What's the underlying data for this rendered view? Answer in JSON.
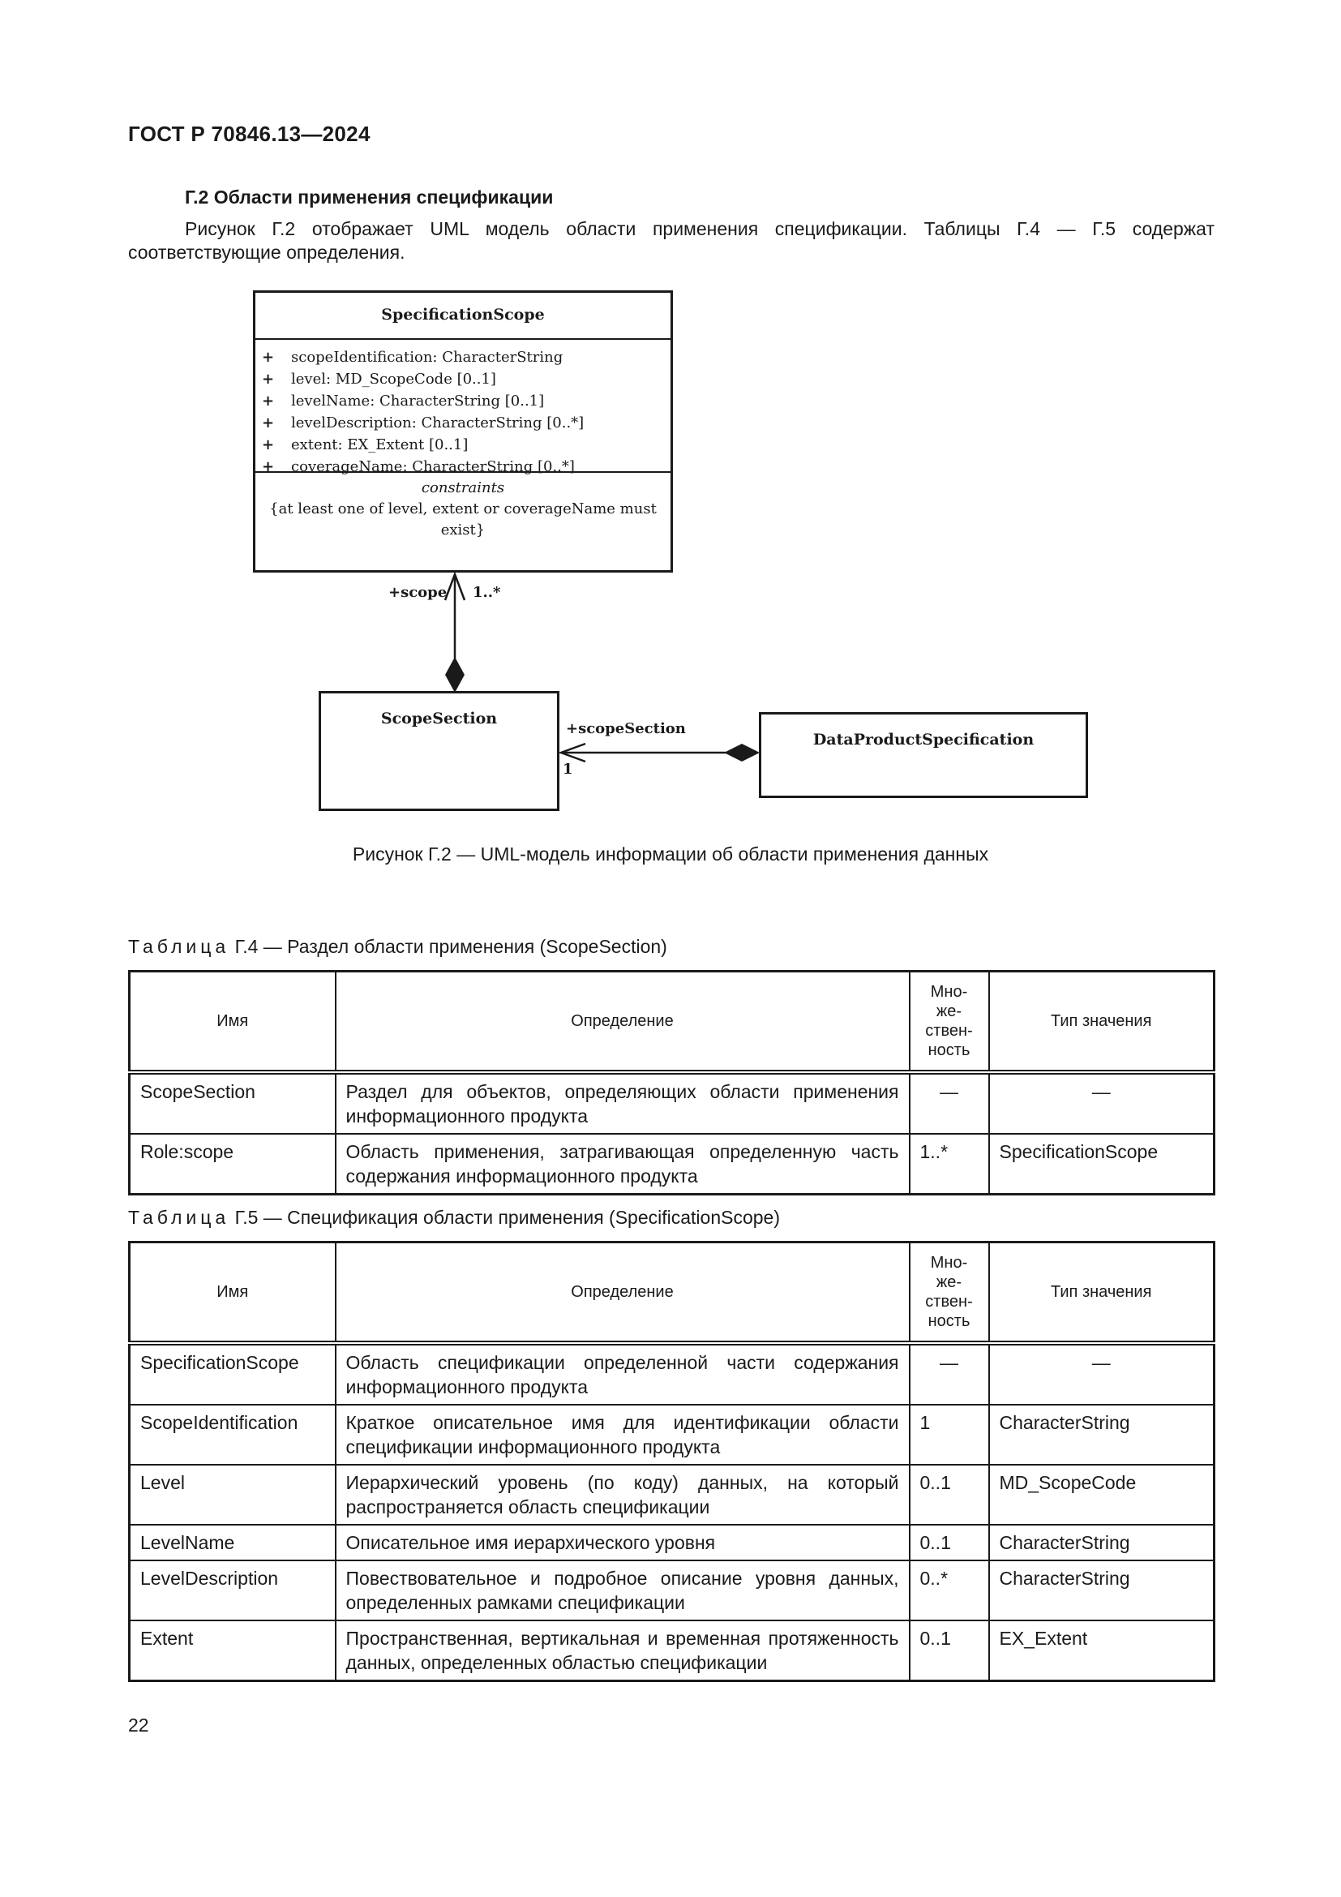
{
  "header": {
    "standard": "ГОСТ Р 70846.13—2024"
  },
  "section": {
    "title": "Г.2 Области применения спецификации",
    "paragraph": "Рисунок Г.2 отображает UML модель области применения спецификации. Таблицы Г.4 — Г.5 содержат соответствующие определения."
  },
  "diagram": {
    "spec_scope": {
      "name": "SpecificationScope",
      "attributes": [
        {
          "vis": "+",
          "text": "scopeIdentification: CharacterString"
        },
        {
          "vis": "+",
          "text": "level: MD_ScopeCode [0..1]"
        },
        {
          "vis": "+",
          "text": "levelName: CharacterString [0..1]"
        },
        {
          "vis": "+",
          "text": "levelDescription: CharacterString [0..*]"
        },
        {
          "vis": "+",
          "text": "extent: EX_Extent [0..1]"
        },
        {
          "vis": "+",
          "text": "coverageName: CharacterString [0..*]"
        }
      ],
      "constraints_label": "constraints",
      "constraint": "{at least one of level, extent or coverageName must exist}"
    },
    "scope_section": {
      "name": "ScopeSection"
    },
    "data_product_spec": {
      "name": "DataProductSpecification"
    },
    "assoc1": {
      "role": "+scope",
      "multiplicity": "1..*"
    },
    "assoc2": {
      "role": "+scopeSection",
      "multiplicity": "1"
    },
    "caption": "Рисунок Г.2 — UML-модель информации об области применения данных"
  },
  "table4": {
    "prefix": "Таблица",
    "title": "Г.4 — Раздел области применения (ScopeSection)",
    "headers": {
      "name": "Имя",
      "definition": "Определение",
      "multiplicity": "Мно-\nже-\nствен-\nность",
      "type": "Тип значения"
    },
    "rows": [
      {
        "name": "ScopeSection",
        "definition": "Раздел для объектов, определяющих области применения информационного продукта",
        "mult": "—",
        "type": "—"
      },
      {
        "name": "Role:scope",
        "definition": "Область применения, затрагивающая определенную часть содержания информационного продукта",
        "mult": "1..*",
        "type": "SpecificationScope"
      }
    ]
  },
  "table5": {
    "prefix": "Таблица",
    "title": "Г.5 — Спецификация области применения (SpecificationScope)",
    "headers": {
      "name": "Имя",
      "definition": "Определение",
      "multiplicity": "Мно-\nже-\nствен-\nность",
      "type": "Тип значения"
    },
    "rows": [
      {
        "name": "SpecificationScope",
        "definition": "Область спецификации определенной части содержания информационного продукта",
        "mult": "—",
        "type": "—"
      },
      {
        "name": "ScopeIdentification",
        "definition": "Краткое описательное имя для идентификации области спецификации информационного продукта",
        "mult": "1",
        "type": "CharacterString"
      },
      {
        "name": "Level",
        "definition": "Иерархический уровень (по коду) данных, на который распространяется область спецификации",
        "mult": "0..1",
        "type": "MD_ScopeCode"
      },
      {
        "name": "LevelName",
        "definition": "Описательное имя иерархического уровня",
        "mult": "0..1",
        "type": "CharacterString"
      },
      {
        "name": "LevelDescription",
        "definition": "Повествовательное и подробное описание уровня данных, определенных рамками спецификации",
        "mult": "0..*",
        "type": "CharacterString"
      },
      {
        "name": "Extent",
        "definition": "Пространственная, вертикальная и временная протяженность данных, определенных областью спецификации",
        "mult": "0..1",
        "type": "EX_Extent"
      }
    ]
  },
  "page_number": "22"
}
